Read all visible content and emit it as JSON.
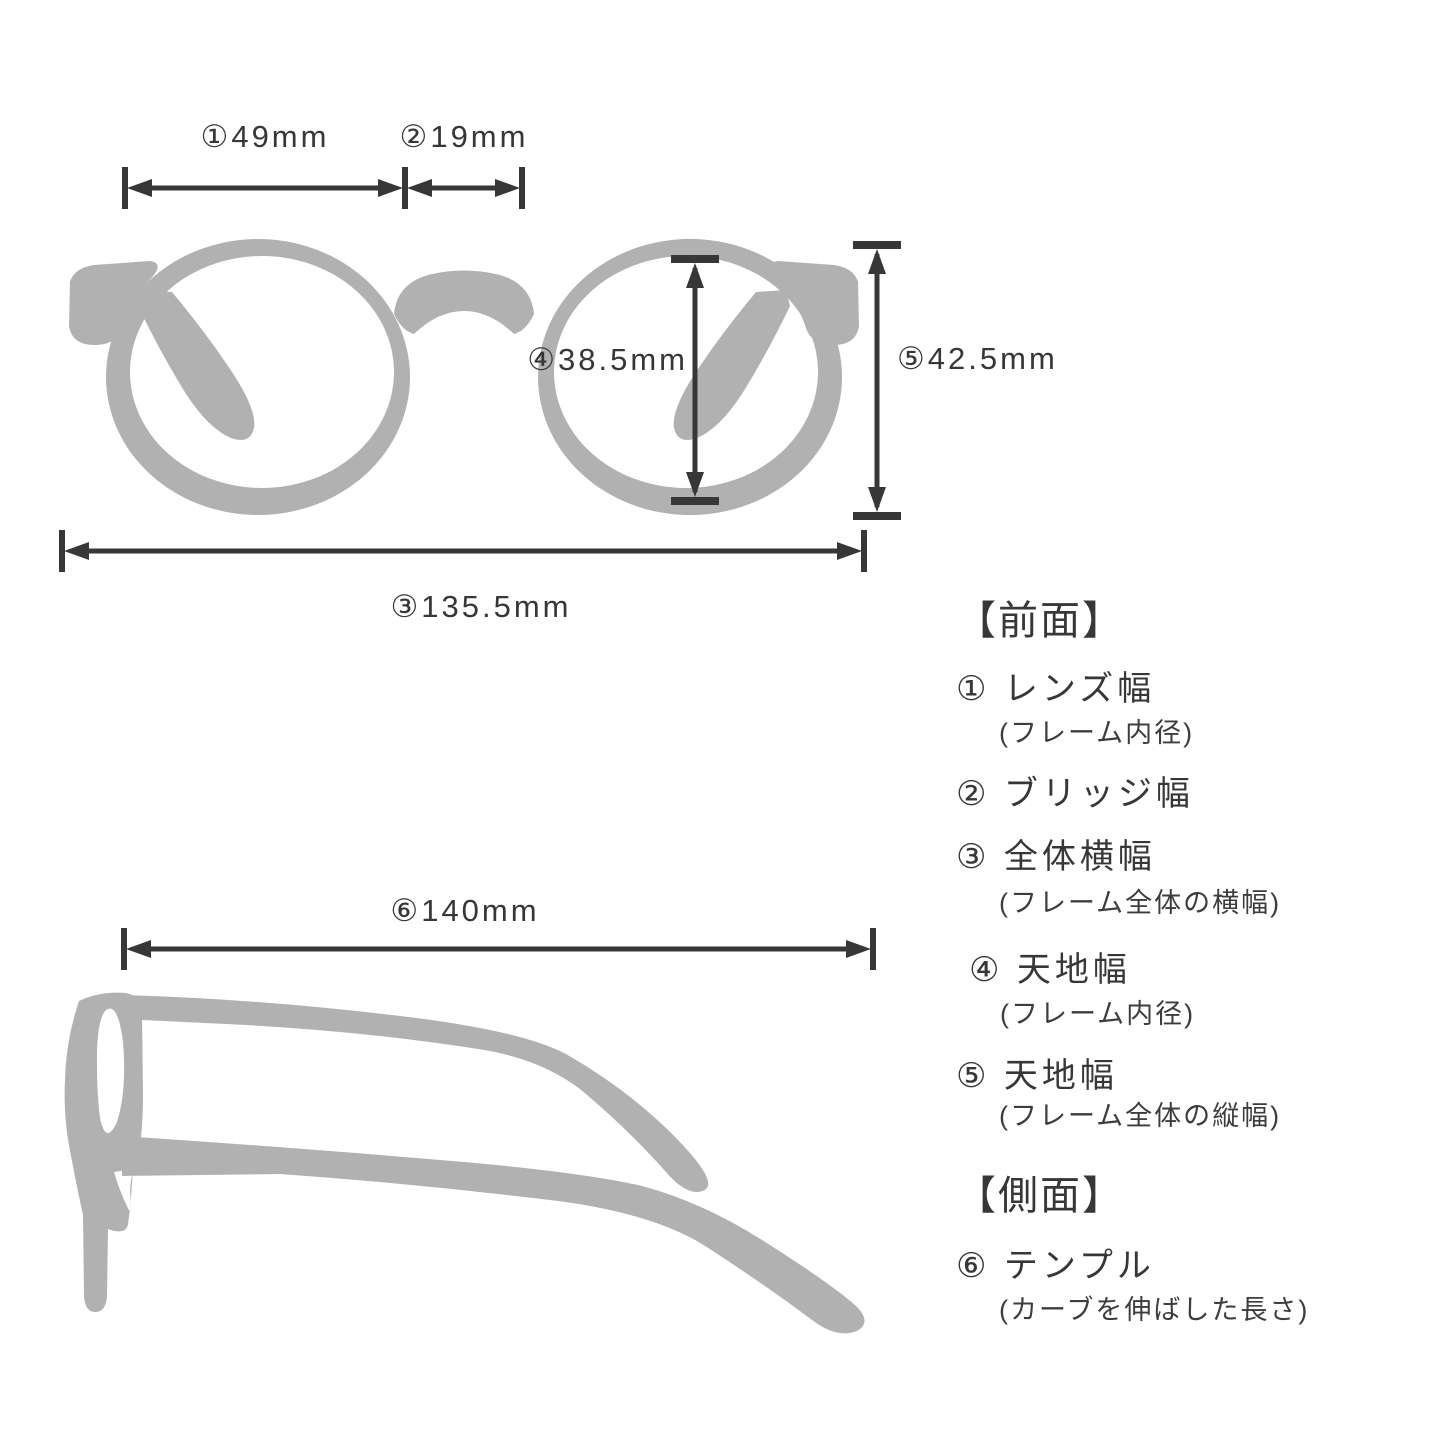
{
  "colors": {
    "silhouette_gray": "#b1b1b1",
    "ink": "#373737",
    "background": "#ffffff"
  },
  "dimensions": {
    "lens_width": {
      "id": "①",
      "value": "49mm",
      "label": "①49mm"
    },
    "bridge_width": {
      "id": "②",
      "value": "19mm",
      "label": "②19mm"
    },
    "total_width": {
      "id": "③",
      "value": "135.5mm",
      "label": "③135.5mm"
    },
    "lens_height": {
      "id": "④",
      "value": "38.5mm",
      "label": "④38.5mm"
    },
    "frame_height": {
      "id": "⑤",
      "value": "42.5mm",
      "label": "⑤42.5mm"
    },
    "temple_length": {
      "id": "⑥",
      "value": "140mm",
      "label": "⑥140mm"
    }
  },
  "legend": {
    "front_heading": "【前面】",
    "side_heading": "【側面】",
    "front_items": [
      {
        "title": "① レンズ幅",
        "note": "(フレーム内径)"
      },
      {
        "title": "② ブリッジ幅",
        "note": ""
      },
      {
        "title": "③ 全体横幅",
        "note": "(フレーム全体の横幅)"
      },
      {
        "title": "④ 天地幅",
        "note": "(フレーム内径)"
      },
      {
        "title": "⑤ 天地幅",
        "note": "(フレーム全体の縦幅)"
      }
    ],
    "side_items": [
      {
        "title": "⑥ テンプル",
        "note": "(カーブを伸ばした長さ)"
      }
    ]
  }
}
